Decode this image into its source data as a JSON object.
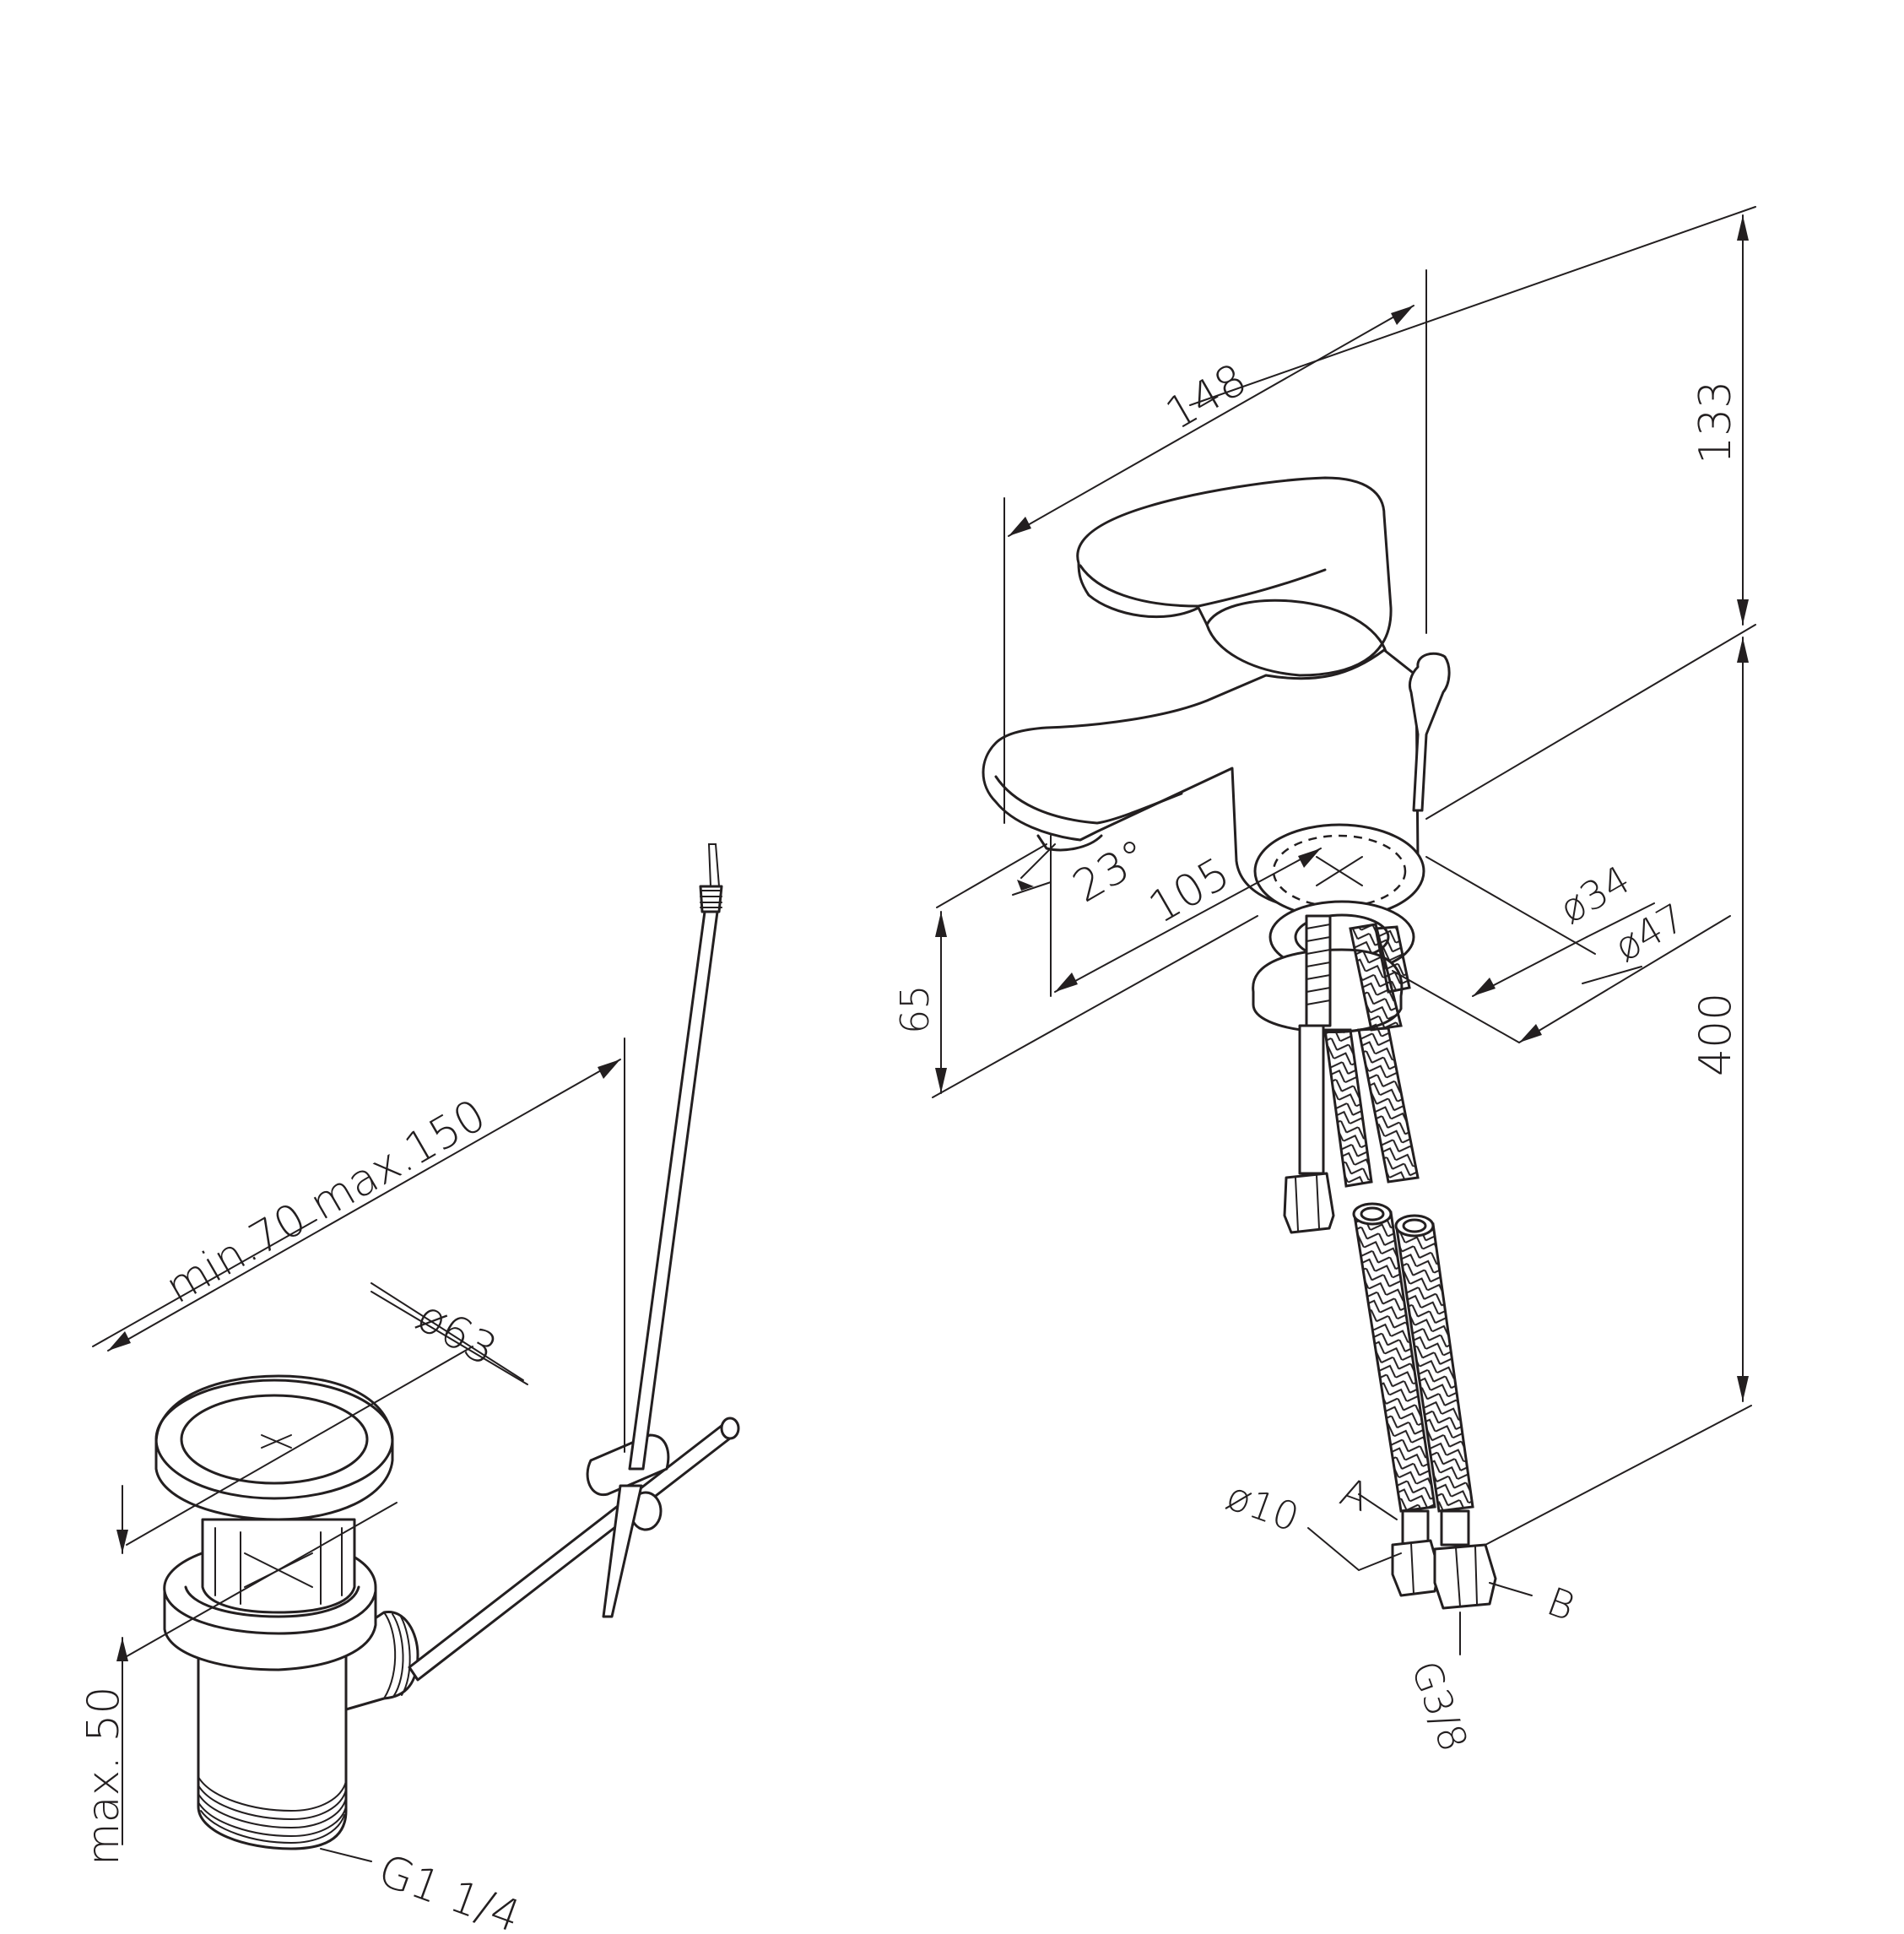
{
  "dimensions": {
    "spout_length": "148",
    "spout_height_upper": "133",
    "total_height": "400",
    "spout_reach": "105",
    "spout_angle": "23°",
    "spout_clearance": "65",
    "base_diameter_inner": "ø34",
    "base_diameter_outer": "ø47",
    "hose_diameter": "ø10",
    "connection_thread": "G3/8",
    "hose_a_label": "A",
    "hose_b_label": "B",
    "drain_rod_length": "min.70 max.150",
    "drain_diameter": "ø63",
    "drain_thickness": "max. 50",
    "drain_thread": "G1 1/4"
  },
  "colors": {
    "line": "#231f20",
    "background": "#ffffff"
  }
}
